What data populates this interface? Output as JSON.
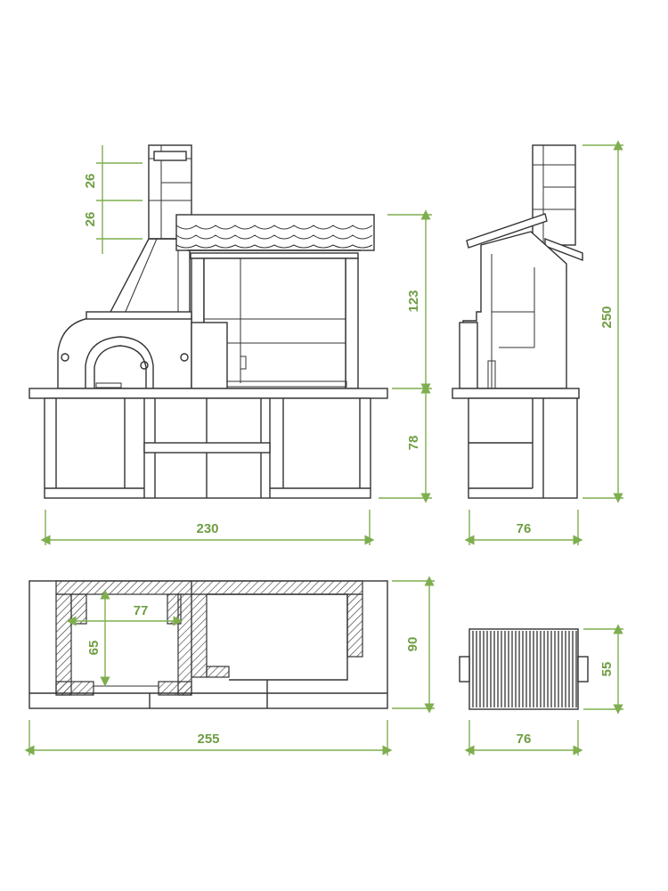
{
  "colors": {
    "dimension": "#7fae4f",
    "linework": "#333333",
    "background": "#ffffff"
  },
  "dimensions": {
    "front_chimney_top": "26",
    "front_chimney_bottom": "26",
    "roof_height": "123",
    "base_height": "78",
    "front_width": "230",
    "total_height": "250",
    "side_depth": "76",
    "oven_inner_width": "77",
    "oven_inner_depth": "65",
    "plan_depth": "90",
    "plan_width": "255",
    "grill_depth": "55",
    "grill_width": "76"
  }
}
